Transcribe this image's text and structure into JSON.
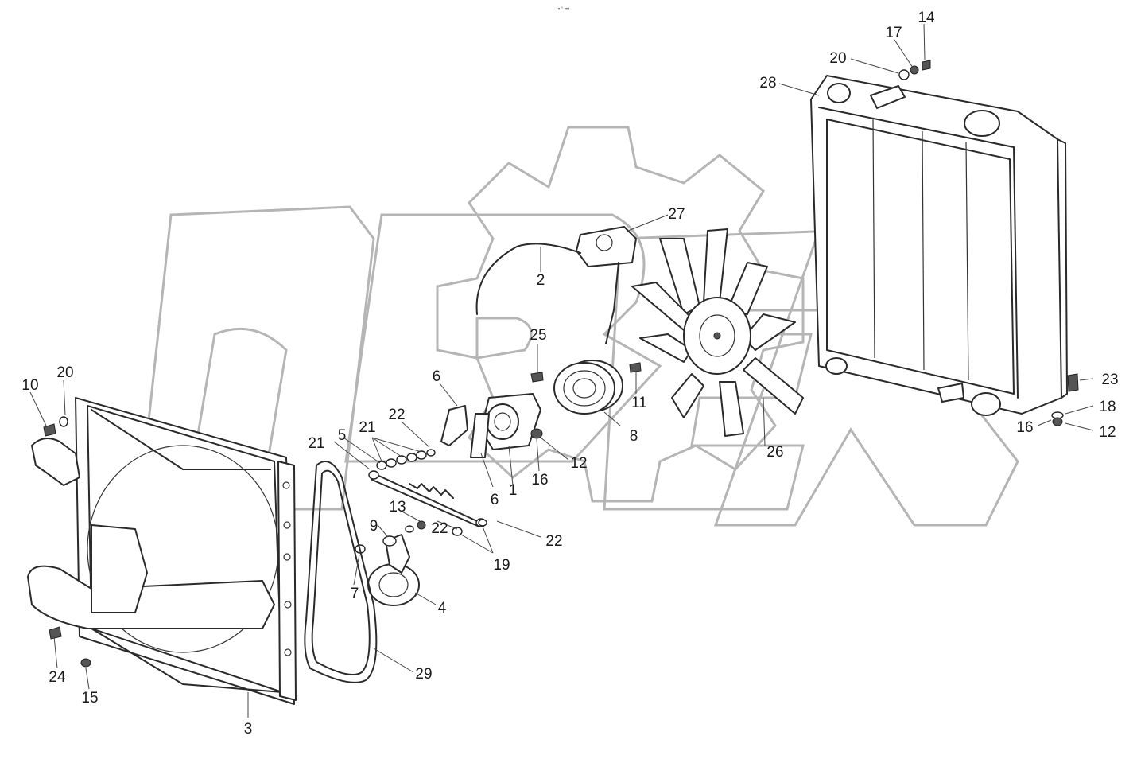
{
  "header": {
    "tiny_mark": "• ° •••"
  },
  "watermark": {
    "text": "OPEX"
  },
  "labels": [
    {
      "id": "l1",
      "text": "1"
    },
    {
      "id": "l2",
      "text": "2"
    },
    {
      "id": "l3",
      "text": "3"
    },
    {
      "id": "l4",
      "text": "4"
    },
    {
      "id": "l5",
      "text": "5"
    },
    {
      "id": "l6a",
      "text": "6"
    },
    {
      "id": "l6b",
      "text": "6"
    },
    {
      "id": "l7",
      "text": "7"
    },
    {
      "id": "l8",
      "text": "8"
    },
    {
      "id": "l9",
      "text": "9"
    },
    {
      "id": "l10",
      "text": "10"
    },
    {
      "id": "l11",
      "text": "11"
    },
    {
      "id": "l12a",
      "text": "12"
    },
    {
      "id": "l12b",
      "text": "12"
    },
    {
      "id": "l13",
      "text": "13"
    },
    {
      "id": "l14",
      "text": "14"
    },
    {
      "id": "l15",
      "text": "15"
    },
    {
      "id": "l16a",
      "text": "16"
    },
    {
      "id": "l16b",
      "text": "16"
    },
    {
      "id": "l17",
      "text": "17"
    },
    {
      "id": "l18",
      "text": "18"
    },
    {
      "id": "l19",
      "text": "19"
    },
    {
      "id": "l20a",
      "text": "20"
    },
    {
      "id": "l20b",
      "text": "20"
    },
    {
      "id": "l21a",
      "text": "21"
    },
    {
      "id": "l21b",
      "text": "21"
    },
    {
      "id": "l22a",
      "text": "22"
    },
    {
      "id": "l22b",
      "text": "22"
    },
    {
      "id": "l22c",
      "text": "22"
    },
    {
      "id": "l23",
      "text": "23"
    },
    {
      "id": "l24",
      "text": "24"
    },
    {
      "id": "l25",
      "text": "25"
    },
    {
      "id": "l26",
      "text": "26"
    },
    {
      "id": "l27",
      "text": "27"
    },
    {
      "id": "l28",
      "text": "28"
    },
    {
      "id": "l29",
      "text": "29"
    }
  ]
}
